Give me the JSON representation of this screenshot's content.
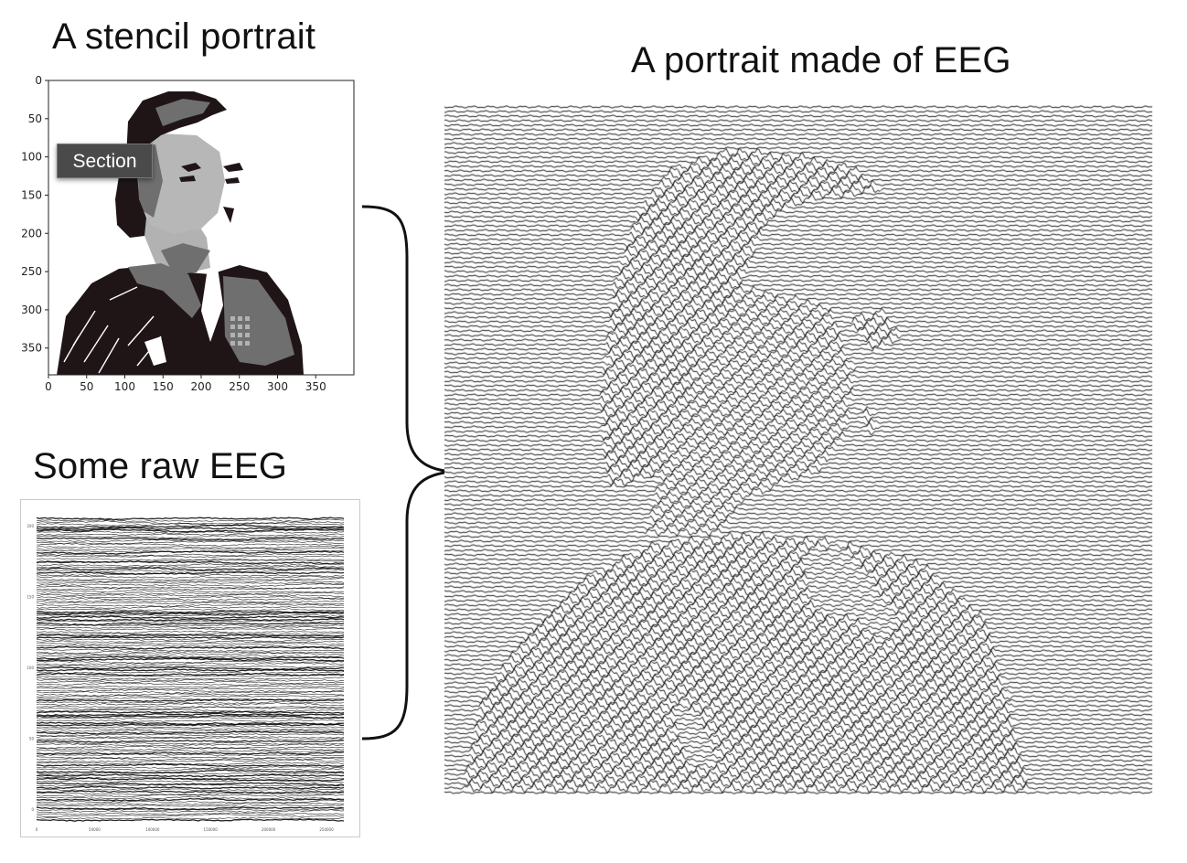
{
  "titles": {
    "stencil": "A stencil portrait",
    "raw_eeg": "Some raw EEG",
    "eeg_portrait": "A portrait made of EEG"
  },
  "tooltip": {
    "label": "Section"
  },
  "stencil_axes": {
    "y_ticks": [
      "0",
      "50",
      "100",
      "150",
      "200",
      "250",
      "300",
      "350"
    ],
    "x_ticks": [
      "0",
      "50",
      "100",
      "150",
      "200",
      "250",
      "300",
      "350"
    ]
  },
  "raw_eeg_axes": {
    "y_ticks": [
      "200",
      "150",
      "100",
      "50",
      "0"
    ],
    "x_ticks": [
      "0",
      "50000",
      "100000",
      "150000",
      "200000",
      "250000"
    ]
  },
  "colors": {
    "ink": "#111111",
    "stencil_dark": "#1f1517",
    "stencil_mid": "#6f6f6f",
    "stencil_light": "#b2b2b2",
    "tooltip_bg": "#4a4a4a"
  }
}
